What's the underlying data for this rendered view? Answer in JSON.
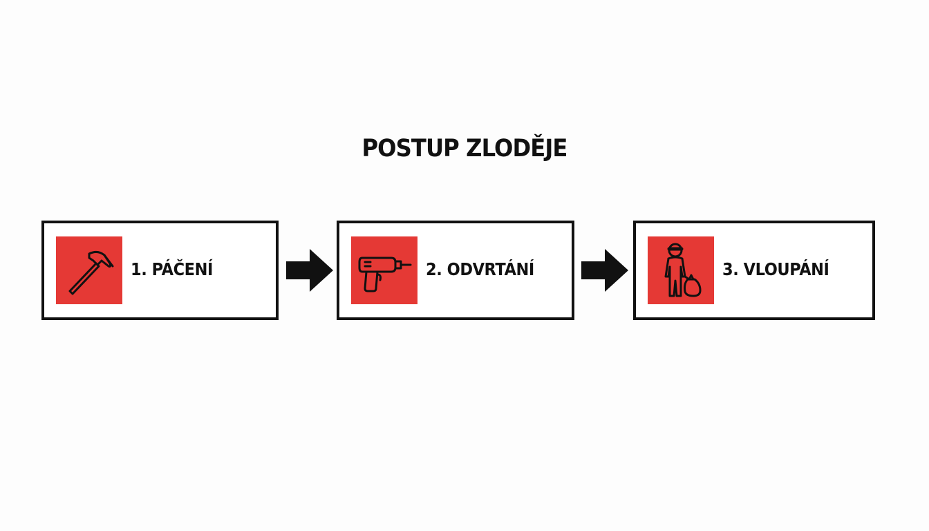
{
  "diagram": {
    "title": "POSTUP ZLODĚJE",
    "steps": [
      {
        "label": "1. PÁČENÍ",
        "icon": "hammer-icon"
      },
      {
        "label": "2. ODVRTÁNÍ",
        "icon": "drill-icon"
      },
      {
        "label": "3. VLOUPÁNÍ",
        "icon": "burglar-icon"
      }
    ],
    "connectors": [
      "arrow-right-icon",
      "arrow-right-icon"
    ]
  },
  "colors": {
    "accent": "#e53935",
    "stroke": "#111111",
    "background": "#fdfdfd"
  }
}
